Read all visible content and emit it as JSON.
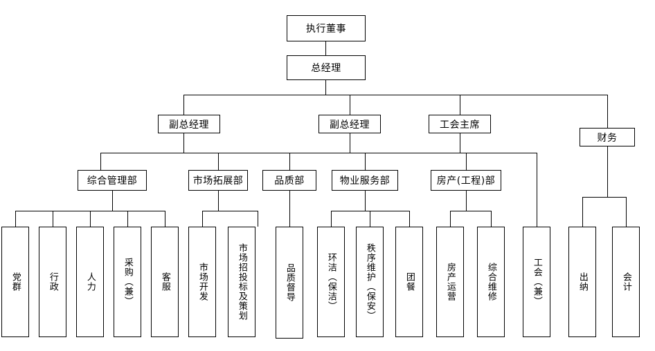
{
  "chart_data": {
    "type": "diagram",
    "title": "",
    "orientation": "top-down organizational chart",
    "nodes": {
      "executive_director": {
        "label": "执行董事",
        "level": 1
      },
      "general_manager": {
        "label": "总经理",
        "level": 2
      },
      "deputy_gm_1": {
        "label": "副总经理",
        "level": 3
      },
      "deputy_gm_2": {
        "label": "副总经理",
        "level": 3
      },
      "union_chairman": {
        "label": "工会主席",
        "level": 3
      },
      "finance": {
        "label": "财务",
        "level": 3
      },
      "dept_general_admin": {
        "label": "综合管理部",
        "level": 4
      },
      "dept_market_dev": {
        "label": "市场拓展部",
        "level": 4
      },
      "dept_quality": {
        "label": "品质部",
        "level": 4
      },
      "dept_property_service": {
        "label": "物业服务部",
        "level": 4
      },
      "dept_realestate_eng": {
        "label": "房产(工程)部",
        "level": 4
      }
    },
    "leaves": [
      {
        "key": "party_mass",
        "label": "党群",
        "parent": "dept_general_admin"
      },
      {
        "key": "administration",
        "label": "行政",
        "parent": "dept_general_admin"
      },
      {
        "key": "human_resources",
        "label": "人力",
        "parent": "dept_general_admin"
      },
      {
        "key": "procurement",
        "label": "采购（兼）",
        "parent": "dept_general_admin"
      },
      {
        "key": "customer_service",
        "label": "客服",
        "parent": "dept_general_admin"
      },
      {
        "key": "market_development",
        "label": "市场开发",
        "parent": "dept_market_dev"
      },
      {
        "key": "bidding_planning",
        "label": "市场招投标及策划",
        "parent": "dept_market_dev"
      },
      {
        "key": "quality_supervise",
        "label": "品质督导",
        "parent": "dept_quality"
      },
      {
        "key": "cleaning",
        "label": "环洁（保洁）",
        "parent": "dept_property_service"
      },
      {
        "key": "order_security",
        "label": "秩序维护（保安）",
        "parent": "dept_property_service"
      },
      {
        "key": "group_meal",
        "label": "团餐",
        "parent": "dept_property_service"
      },
      {
        "key": "property_ops",
        "label": "房产运营",
        "parent": "dept_realestate_eng"
      },
      {
        "key": "general_repair",
        "label": "综合维修",
        "parent": "dept_realestate_eng"
      },
      {
        "key": "union",
        "label": "工会（兼）",
        "parent": "union_chairman"
      },
      {
        "key": "cashier",
        "label": "出纳",
        "parent": "finance"
      },
      {
        "key": "accountant",
        "label": "会计",
        "parent": "finance"
      }
    ],
    "colors": {
      "line": "#000000",
      "box_border": "#000000",
      "box_fill": "#ffffff",
      "text": "#000000"
    }
  }
}
